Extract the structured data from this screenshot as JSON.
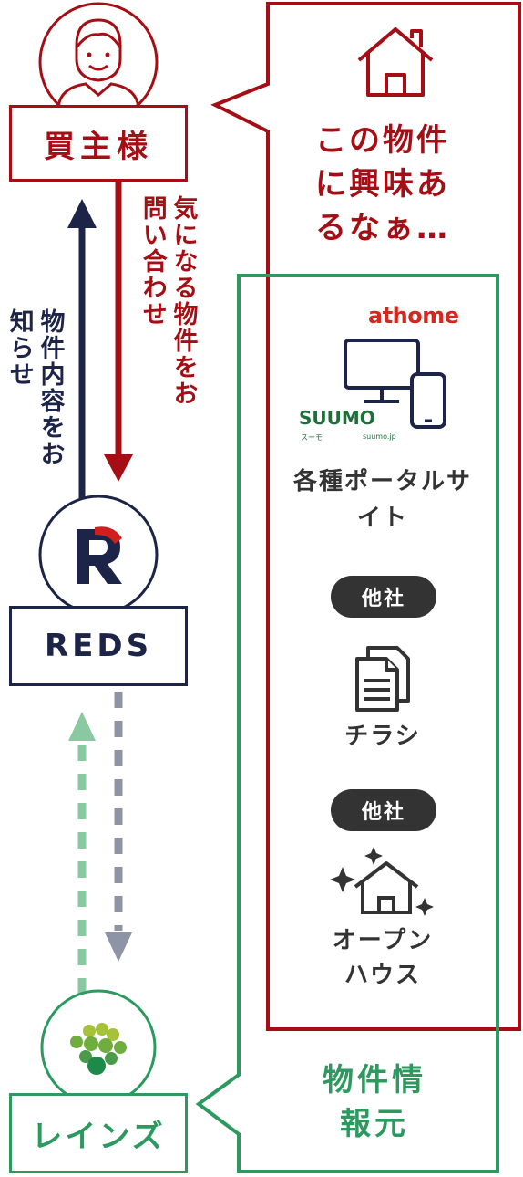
{
  "colors": {
    "red": "#a50e14",
    "navy": "#1c2447",
    "green": "#2c9a5e",
    "lightgreen": "#88c9a2",
    "gray": "#8f93a6",
    "dark": "#333333"
  },
  "nodes": {
    "buyer": "買主様",
    "reds": "REDS",
    "reins": "レインズ"
  },
  "arrows": {
    "inquiry": "気になる物件をお問い合わせ",
    "notify": "物件内容をお知らせ"
  },
  "speech": {
    "buyer_thought": "この物件に興味あるなぁ…"
  },
  "channels": {
    "logos": {
      "athome": "athome",
      "suumo": "SUUMO",
      "suumo_sub1": "スーモ",
      "suumo_sub2": "suumo.jp"
    },
    "portal": "各種ポータルサイト",
    "other_company_1": "他社",
    "flyer": "チラシ",
    "other_company_2": "他社",
    "open_house": "オープンハウス"
  },
  "source": {
    "label": "物件情報元"
  },
  "icons": [
    "person-icon",
    "house-icon",
    "monitor-icon",
    "smartphone-icon",
    "document-icon",
    "sparkle-house-icon",
    "reds-logo",
    "reins-logo"
  ]
}
